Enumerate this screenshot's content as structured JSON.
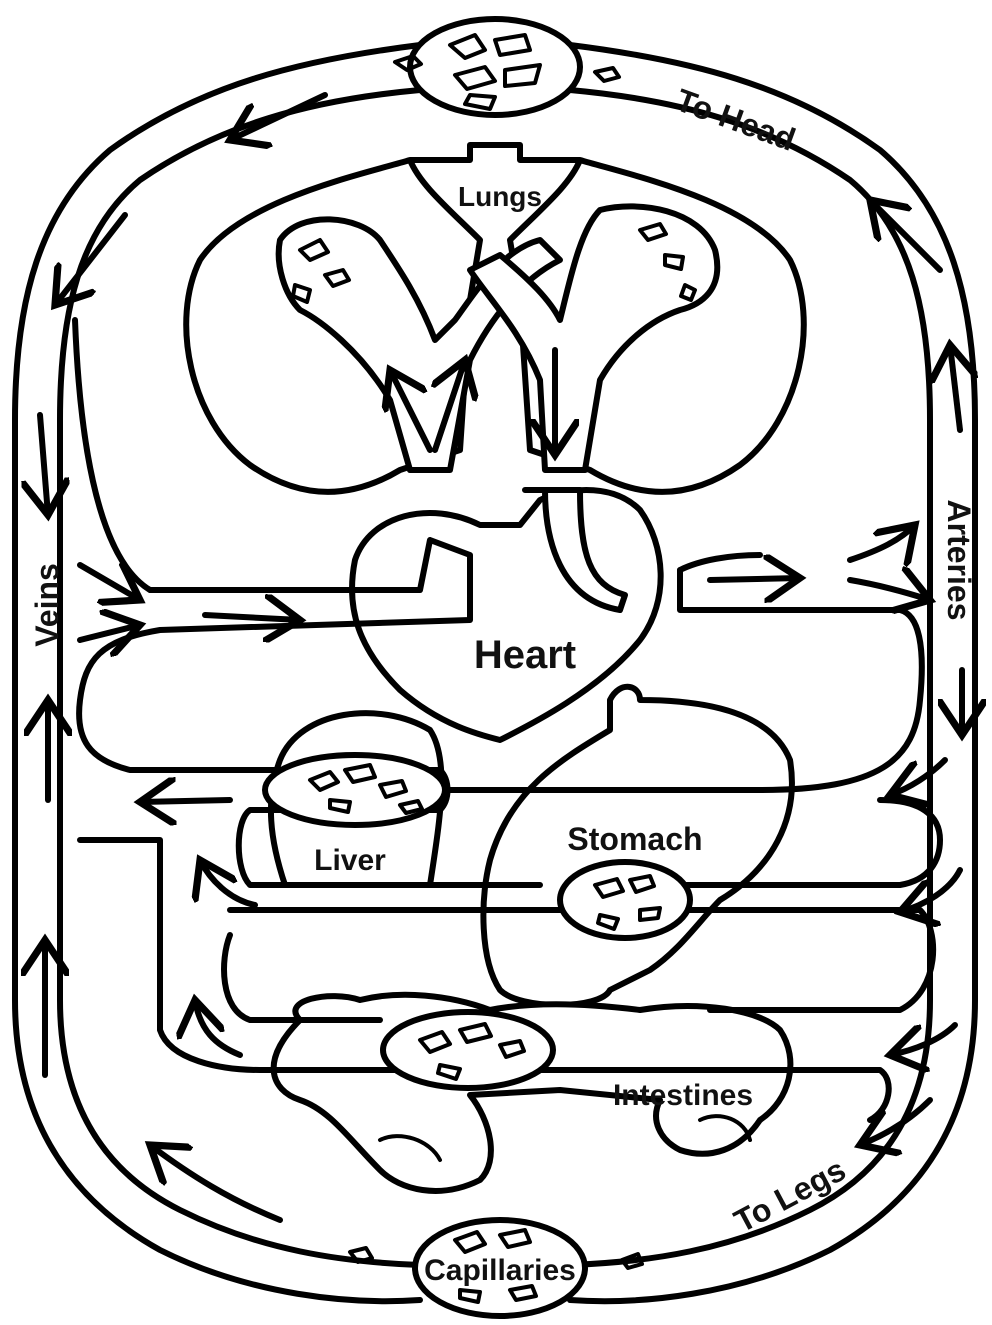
{
  "labels": {
    "lungs": "Lungs",
    "heart": "Heart",
    "liver": "Liver",
    "stomach": "Stomach",
    "intestines": "Intestines",
    "veins": "Veins",
    "arteries": "Arteries",
    "to_head": "To Head",
    "to_legs": "To Legs",
    "capillaries": "Capillaries"
  },
  "colors": {
    "line": "#000000",
    "background": "#ffffff"
  }
}
